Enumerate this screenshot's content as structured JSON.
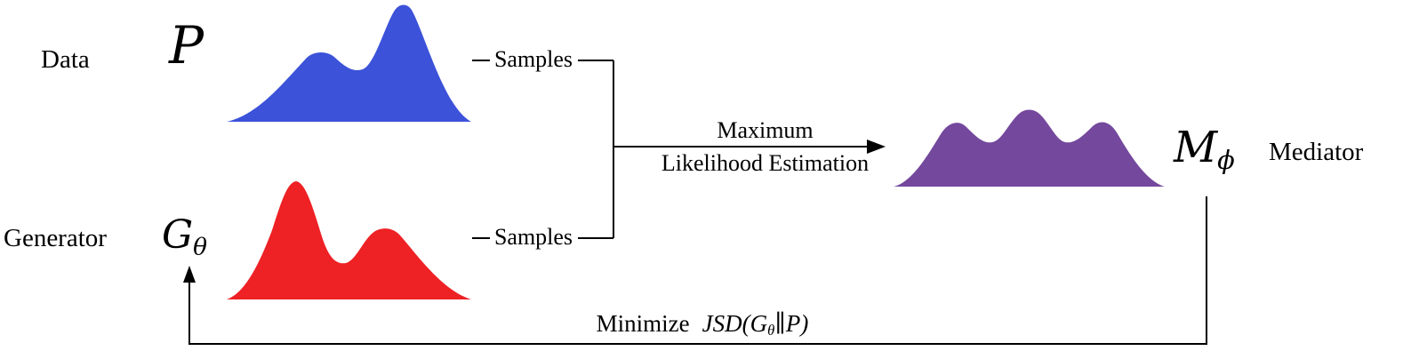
{
  "diagram": {
    "data_dist": {
      "label": "Data",
      "symbol": "P"
    },
    "generator_dist": {
      "label": "Generator",
      "symbol": "G",
      "subscript": "θ"
    },
    "mediator_dist": {
      "label": "Mediator",
      "symbol": "M",
      "subscript": "ϕ"
    },
    "samples": {
      "top": "Samples",
      "bottom": "Samples"
    },
    "mle_arrow": {
      "line1": "Maximum",
      "line2": "Likelihood Estimation"
    },
    "feedback": {
      "minimize": "Minimize",
      "formula_pre": "JSD(G",
      "formula_sub": "θ",
      "formula_post": "∥P)"
    },
    "colors": {
      "data_distribution": "#3b52d9",
      "generator_distribution": "#ee2125",
      "mediator_distribution": "#74489d",
      "line": "#000000"
    }
  }
}
